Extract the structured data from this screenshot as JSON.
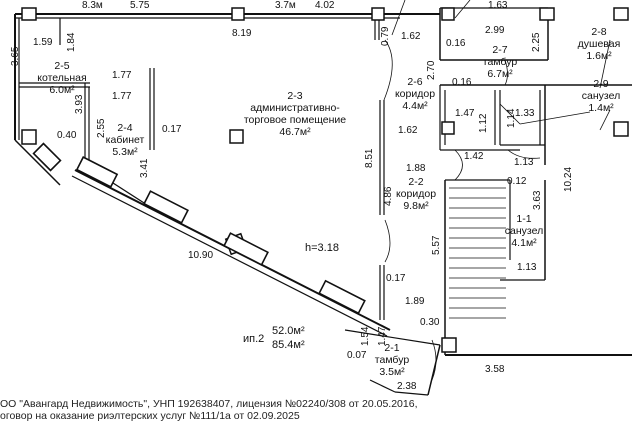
{
  "rooms": [
    {
      "id": "2-1",
      "name": "тамбур",
      "area": "3.5м²"
    },
    {
      "id": "2-2",
      "name": "коридор",
      "area": "9.8м²"
    },
    {
      "id": "2-3",
      "name": "административно-торговое помещение",
      "area": "46.7м²"
    },
    {
      "id": "2-4",
      "name": "кабинет",
      "area": "5.3м²"
    },
    {
      "id": "2-5",
      "name": "котельная",
      "area": "6.0м²"
    },
    {
      "id": "2-6",
      "name": "коридор",
      "area": "4.4м²"
    },
    {
      "id": "2-7",
      "name": "тамбур",
      "area": "6.7м²"
    },
    {
      "id": "2-8",
      "name": "душевая",
      "area": "1.6м²"
    },
    {
      "id": "2-9",
      "name": "санузел",
      "area": "1.4м²"
    },
    {
      "id": "1-1",
      "name": "санузел",
      "area": "4.1м²"
    }
  ],
  "room_3_line1": "административно-",
  "room_3_line2": "торговое помещение",
  "height_label": "h=3.18",
  "ip_label": "ип.2",
  "totals": [
    "52.0м²",
    "85.4м²"
  ],
  "dims": {
    "d_8_3": "8.3м",
    "d_5_75": "5.75",
    "d_3_7": "3.7м",
    "d_4_02": "4.02",
    "d_8_19": "8.19",
    "d_1_59": "1.59",
    "d_1_84": "1.84",
    "d_3_65": "3.65",
    "d_1_77a": "1.77",
    "d_1_77b": "1.77",
    "d_3_93": "3.93",
    "d_2_55": "2.55",
    "d_0_17a": "0.17",
    "d_0_40": "0.40",
    "d_3_41": "3.41",
    "d_10_90": "10.90",
    "d_0_79": "0.79",
    "d_1_62a": "1.62",
    "d_2_99": "2.99",
    "d_0_16a": "0.16",
    "d_2_25": "2.25",
    "d_2_70": "2.70",
    "d_0_16b": "0.16",
    "d_1_47a": "1.47",
    "d_1_12": "1.12",
    "d_1_14": "1.14",
    "d_1_33": "1.33",
    "d_1_62b": "1.62",
    "d_8_51": "8.51",
    "d_1_88": "1.88",
    "d_1_42": "1.42",
    "d_1_13a": "1.13",
    "d_10_24": "10.24",
    "d_0_12": "0.12",
    "d_3_63": "3.63",
    "d_4_86": "4.86",
    "d_5_57": "5.57",
    "d_1_13b": "1.13",
    "d_0_17b": "0.17",
    "d_1_89": "1.89",
    "d_0_30": "0.30",
    "d_1_54": "1.54",
    "d_1_47b": "1.47",
    "d_0_07": "0.07",
    "d_3_58": "3.58",
    "d_2_38": "2.38",
    "d_1_63": "1.63"
  },
  "footer": {
    "line1": "ОО \"Авангард Недвижимость\", УНП 192638407, лицензия №02240/308 от 20.05.2016,",
    "line2": "оговор на оказание риэлтерских услуг №111/1а от 02.09.2025"
  }
}
